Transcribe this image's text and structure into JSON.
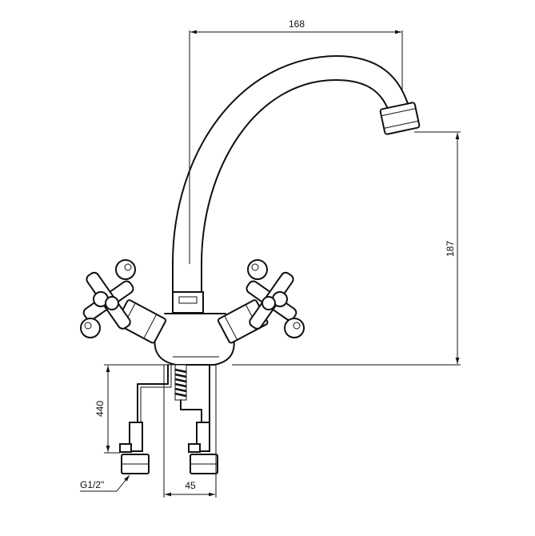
{
  "dimensions": {
    "spout_reach": "168",
    "spout_height": "187",
    "hose_length": "440",
    "hose_spacing": "45",
    "connection_thread": "G1/2\""
  },
  "colors": {
    "line": "#111111",
    "background": "#ffffff"
  }
}
